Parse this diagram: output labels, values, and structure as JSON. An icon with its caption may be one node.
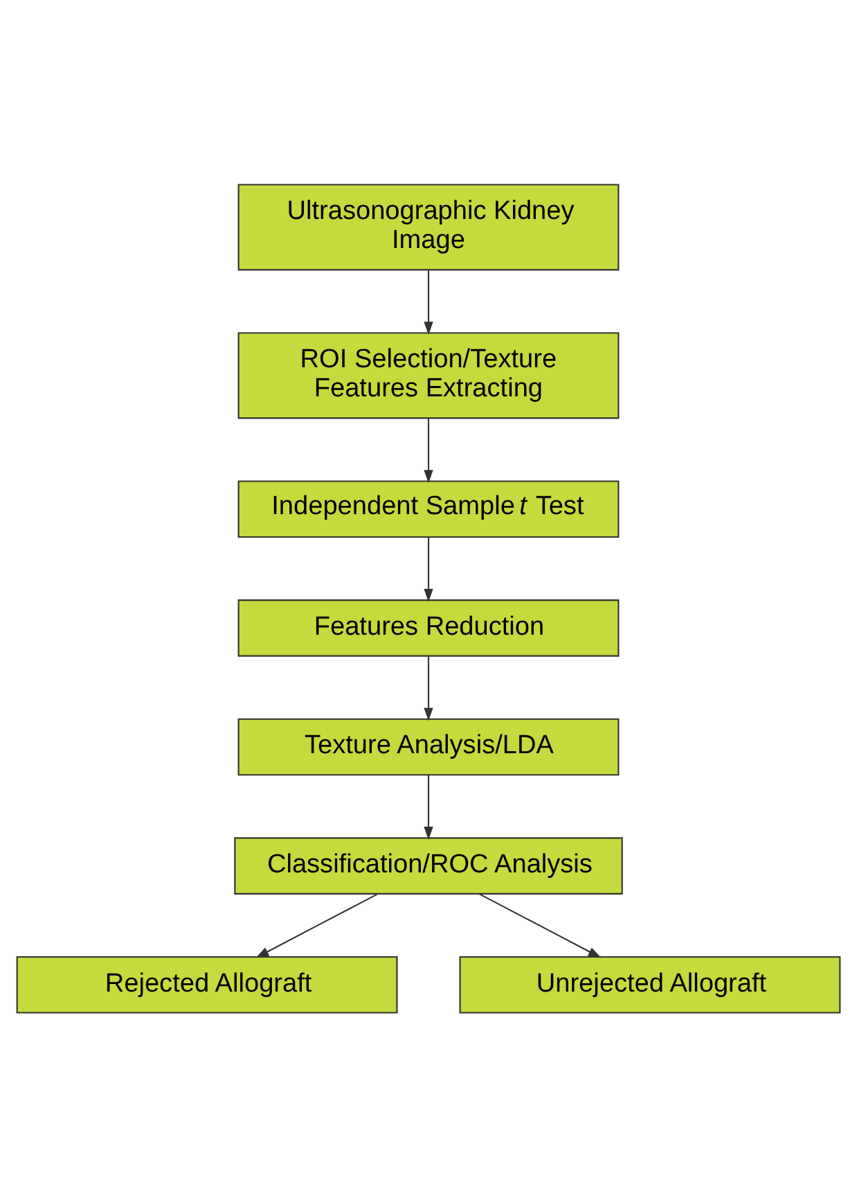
{
  "diagram": {
    "nodes": [
      {
        "text": [
          "Ultrasonographic Kidney Image"
        ]
      },
      {
        "text": [
          "ROI Selection/Texture Features Extracting"
        ]
      },
      {
        "text": [
          "Independent Sample *t* Test"
        ]
      },
      {
        "text": [
          "Features Reduction"
        ]
      },
      {
        "text": [
          "Texture Analysis/LDA"
        ]
      },
      {
        "text": [
          "Classification/ROC Analysis"
        ]
      },
      {
        "text": [
          "Rejected Allograft"
        ]
      },
      {
        "text": [
          "Unrejected Allograft"
        ]
      }
    ],
    "edges": [
      {
        "from": 0,
        "to": 1,
        "arrow": "to"
      },
      {
        "from": 1,
        "to": 2,
        "arrow": "to"
      },
      {
        "from": 2,
        "to": 3,
        "arrow": "to"
      },
      {
        "from": 3,
        "to": 4,
        "arrow": "to"
      },
      {
        "from": 4,
        "to": 5,
        "arrow": "to"
      },
      {
        "from": 5,
        "to": 6,
        "arrow": "to"
      },
      {
        "from": 5,
        "to": 7,
        "arrow": "to"
      }
    ]
  }
}
